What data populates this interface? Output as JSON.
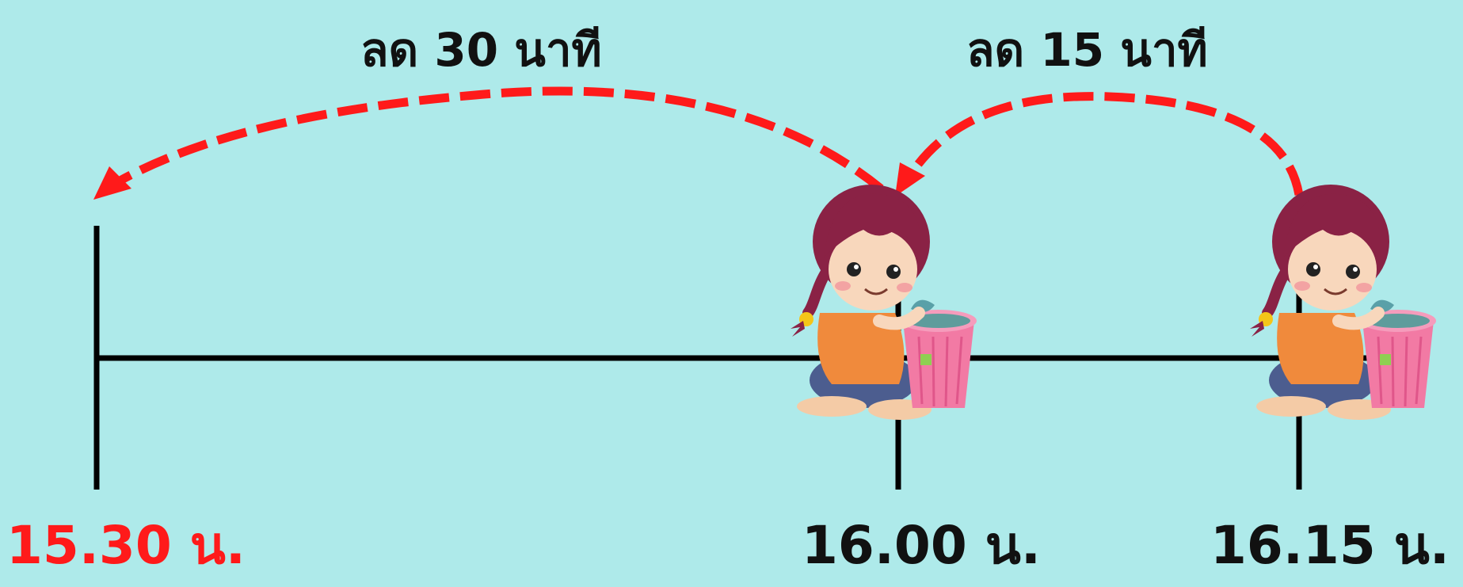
{
  "jumps": [
    {
      "label": "ลด 30 นาที"
    },
    {
      "label": "ลด 15 นาที"
    }
  ],
  "times": [
    {
      "label": "15.30 น.",
      "color": "#ff1a1a"
    },
    {
      "label": "16.00 น.",
      "color": "#111111"
    },
    {
      "label": "16.15 น.",
      "color": "#111111"
    }
  ],
  "colors": {
    "background": "#aeeaea",
    "arrow": "#ff1a1a",
    "line": "#000000"
  },
  "icons": [
    "girl-with-laundry-basket-icon",
    "girl-with-laundry-basket-icon"
  ]
}
